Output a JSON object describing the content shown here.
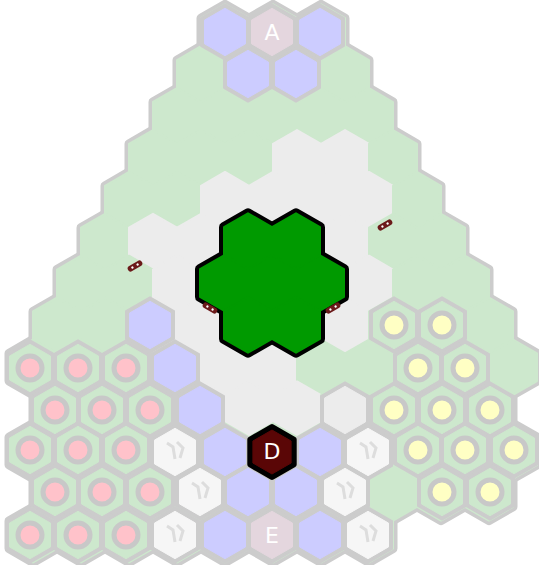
{
  "diagram": {
    "nodes": [
      {
        "text": [
          "D"
        ]
      }
    ],
    "labels": [
      "A",
      "E"
    ]
  }
}
